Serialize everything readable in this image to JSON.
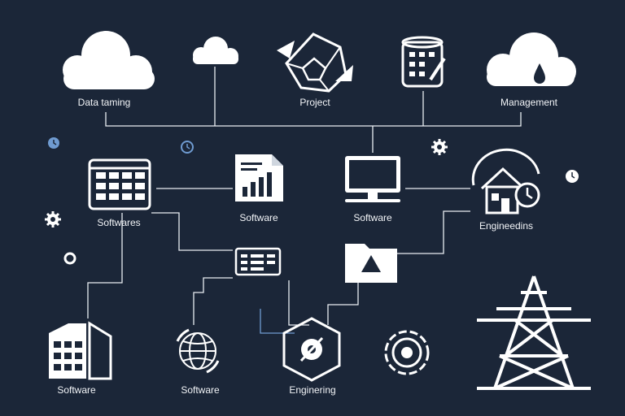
{
  "colors": {
    "background": "#1b2638",
    "line": "#e9edf2",
    "icon": "#ffffff",
    "accent": "#6f9bd1"
  },
  "nodes": {
    "cloud_left": {
      "label": "Data taming",
      "icon": "cloud-icon"
    },
    "cloud_small": {
      "label": "",
      "icon": "cloud-icon"
    },
    "project": {
      "label": "Project",
      "icon": "hexagon-network-icon"
    },
    "calendar_top": {
      "label": "",
      "icon": "calendar-pen-icon"
    },
    "management": {
      "label": "Management",
      "icon": "cloud-drop-icon"
    },
    "softwares": {
      "label": "Softwares",
      "icon": "calendar-grid-icon"
    },
    "software_doc": {
      "label": "Software",
      "icon": "document-chart-icon"
    },
    "software_monitor": {
      "label": "Software",
      "icon": "monitor-icon"
    },
    "engineering_house": {
      "label": "Engineedins",
      "icon": "house-clock-icon"
    },
    "panel_center": {
      "label": "",
      "icon": "table-panel-icon"
    },
    "folder": {
      "label": "",
      "icon": "folder-warning-icon"
    },
    "software_building": {
      "label": "Software",
      "icon": "building-icon"
    },
    "software_globe": {
      "label": "Software",
      "icon": "globe-icon"
    },
    "engineering_hex": {
      "label": "Enginering",
      "icon": "hexagon-gear-icon"
    },
    "gear_round": {
      "label": "",
      "icon": "cog-ring-icon"
    },
    "tower": {
      "label": "",
      "icon": "transmission-tower-icon"
    }
  },
  "decorations": [
    "clock-small-icon",
    "clock-small-icon",
    "gear-small-icon",
    "gear-small-icon",
    "ring-icon",
    "clock-small-icon"
  ]
}
